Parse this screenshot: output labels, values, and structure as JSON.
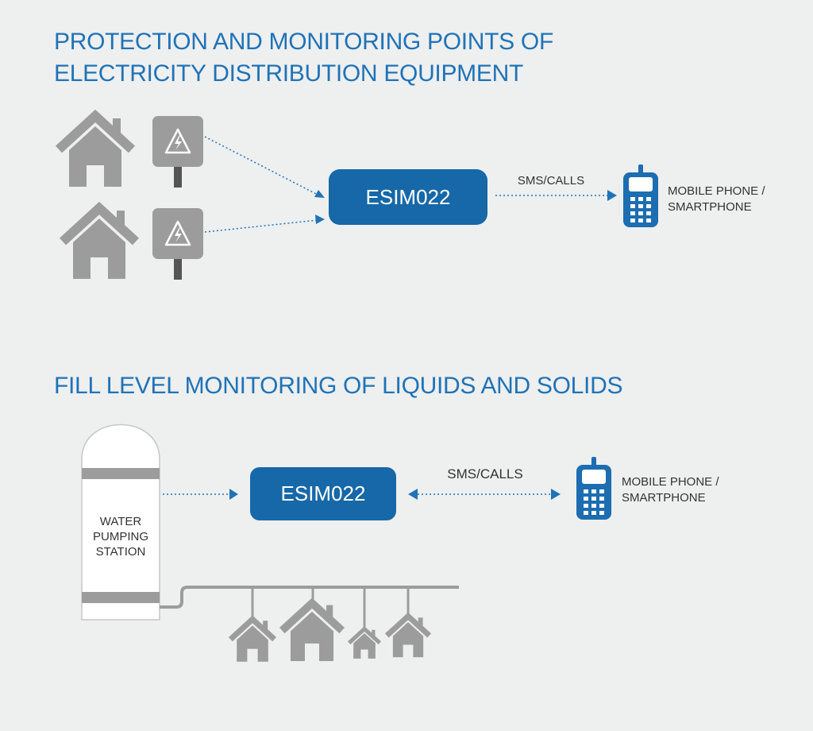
{
  "section1": {
    "title_line1": "PROTECTION AND MONITORING POINTS OF",
    "title_line2": "ELECTRICITY DISTRIBUTION EQUIPMENT",
    "device_label": "ESIM022",
    "link_label": "SMS/CALLS",
    "phone_label_line1": "MOBILE PHONE /",
    "phone_label_line2": "SMARTPHONE"
  },
  "section2": {
    "title": "FILL LEVEL MONITORING OF LIQUIDS  AND SOLIDS",
    "device_label": "ESIM022",
    "link_label": "SMS/CALLS",
    "phone_label_line1": "MOBILE PHONE /",
    "phone_label_line2": "SMARTPHONE",
    "station_line1": "WATER",
    "station_line2": "PUMPING",
    "station_line3": "STATION"
  },
  "icons": {
    "house": "house-icon",
    "panel": "electric-panel-icon",
    "phone": "mobile-phone-icon",
    "silo": "water-tank-icon"
  },
  "colors": {
    "accent": "#1f73b7",
    "box": "#1668a8",
    "gray": "#9c9c9c",
    "background": "#eeefef"
  }
}
